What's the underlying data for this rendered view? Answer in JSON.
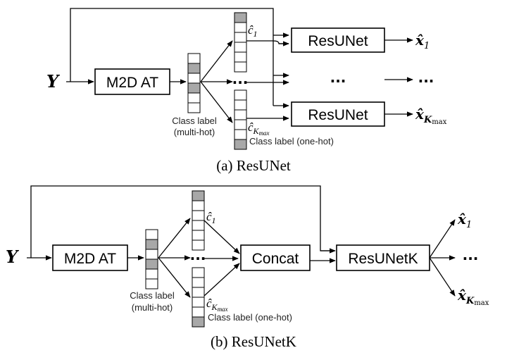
{
  "panel_a": {
    "caption": "(a) ResUNet",
    "input": "Y",
    "m2d": "M2D AT",
    "multi_label_1": "Class label",
    "multi_label_2": "(multi-hot)",
    "c_first": "ĉ",
    "c_first_sub": "1",
    "c_last": "ĉ",
    "c_last_sub": "K",
    "c_last_subsub": "max",
    "onehot_label": "Class label (one-hot)",
    "resunet_top": "ResUNet",
    "resunet_bottom": "ResUNet",
    "out_first": "x̂",
    "out_first_sub": "1",
    "out_last": "x̂",
    "out_last_sub": "K",
    "out_last_subsub": "max",
    "ellipsis": "···"
  },
  "panel_b": {
    "caption": "(b) ResUNetK",
    "input": "Y",
    "m2d": "M2D AT",
    "multi_label_1": "Class label",
    "multi_label_2": "(multi-hot)",
    "c_first": "ĉ",
    "c_first_sub": "1",
    "c_last": "ĉ",
    "c_last_sub": "K",
    "c_last_subsub": "max",
    "onehot_label": "Class label (one-hot)",
    "concat": "Concat",
    "resunetk": "ResUNetK",
    "out_first": "x̂",
    "out_first_sub": "1",
    "out_last": "x̂",
    "out_last_sub": "K",
    "out_last_subsub": "max",
    "ellipsis": "···"
  }
}
